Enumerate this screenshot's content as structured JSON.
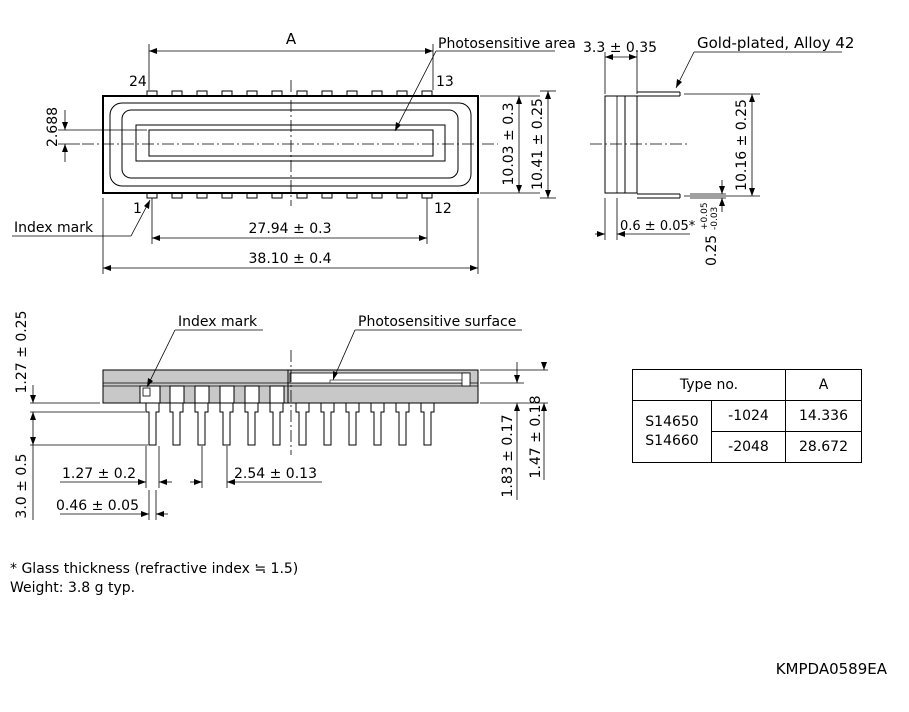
{
  "top_view": {
    "dim_a": "A",
    "photosensitive_area": "Photosensitive area",
    "pin_24": "24",
    "pin_13": "13",
    "pin_1": "1",
    "pin_12": "12",
    "dim_2688": "2.688",
    "dim_1003": "10.03 ± 0.3",
    "dim_1041": "10.41 ± 0.25",
    "index_mark": "Index mark",
    "dim_2794": "27.94 ± 0.3",
    "dim_3810": "38.10 ± 0.4"
  },
  "side_view": {
    "dim_33": "3.3 ± 0.35",
    "gold_plated": "Gold-plated, Alloy 42",
    "dim_1016": "10.16 ± 0.25",
    "dim_06": "0.6 ± 0.05*",
    "dim_025": "0.25",
    "tol_plus": "+0.05",
    "tol_minus": "-0.03"
  },
  "front_view": {
    "dim_127v": "1.27 ± 0.25",
    "index_mark": "Index mark",
    "photosensitive_surface": "Photosensitive surface",
    "dim_30": "3.0 ± 0.5",
    "dim_127h": "1.27 ± 0.2",
    "dim_254": "2.54 ± 0.13",
    "dim_046": "0.46 ± 0.05",
    "dim_183": "1.83 ± 0.17",
    "dim_147": "1.47 ± 0.18"
  },
  "table": {
    "header_type": "Type no.",
    "header_a": "A",
    "models": "S14650\nS14660",
    "model_1": "S14650",
    "model_2": "S14660",
    "rows": [
      {
        "suffix": "-1024",
        "a": "14.336"
      },
      {
        "suffix": "-2048",
        "a": "28.672"
      }
    ]
  },
  "notes": {
    "glass": "* Glass thickness (refractive index ≒ 1.5)",
    "weight": "Weight: 3.8 g typ."
  },
  "doc_id": "KMPDA0589EA",
  "colors": {
    "body_fill": "#c8c8c8",
    "line": "#000000"
  }
}
